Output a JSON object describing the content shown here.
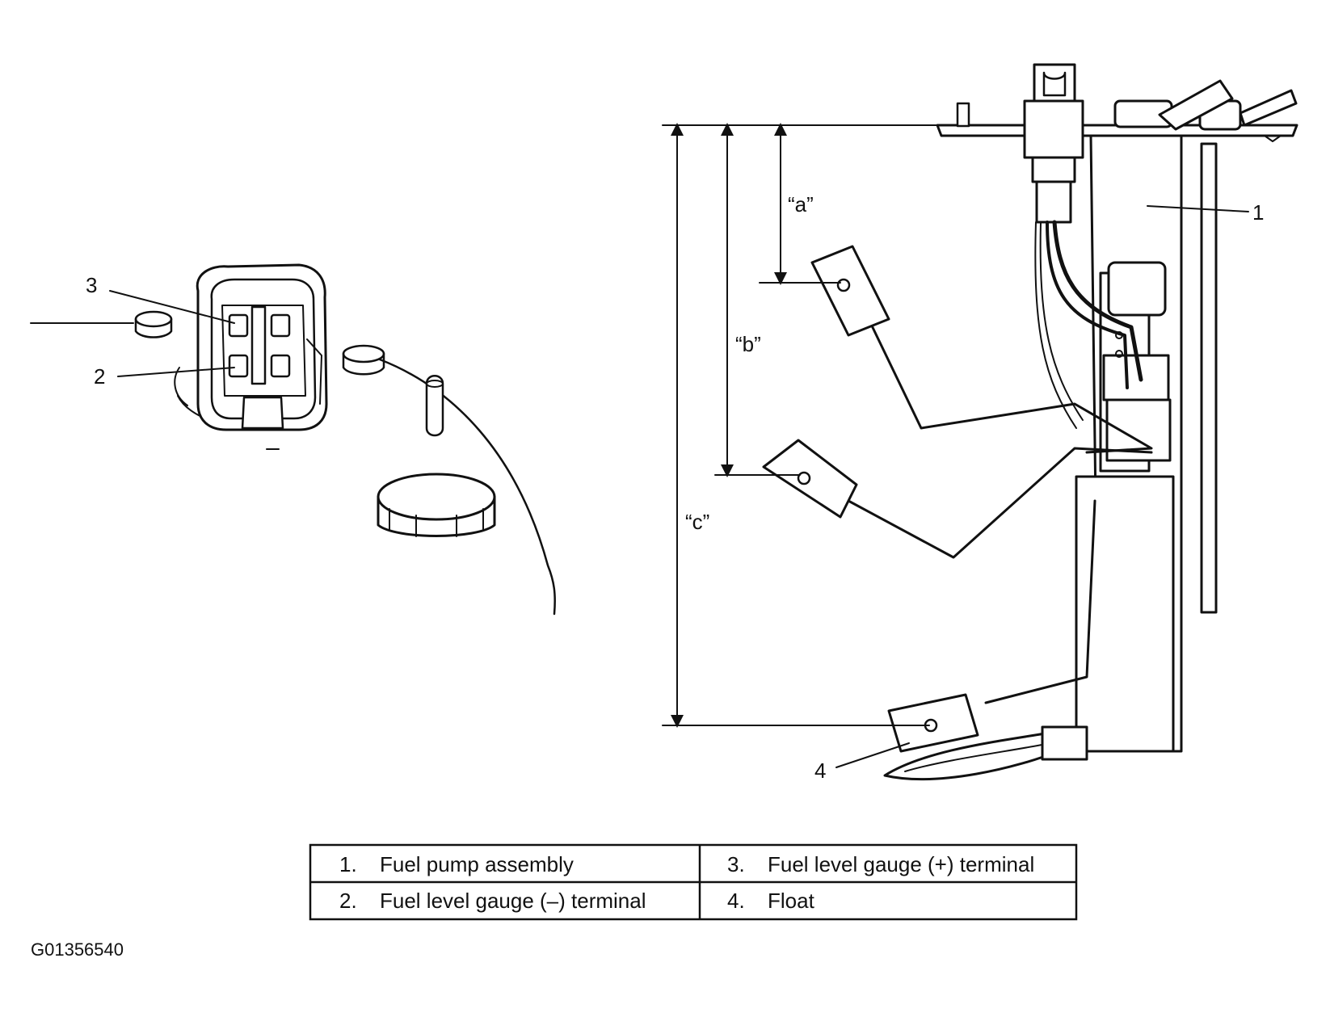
{
  "callouts": {
    "c1": "1",
    "c2": "2",
    "c3": "3",
    "c4": "4"
  },
  "dimensions": {
    "a": "“a”",
    "b": "“b”",
    "c": "“c”"
  },
  "legend": {
    "rows": [
      [
        {
          "num": "1.",
          "text": "Fuel pump assembly"
        },
        {
          "num": "3.",
          "text": "Fuel level gauge (+) terminal"
        }
      ],
      [
        {
          "num": "2.",
          "text": "Fuel level gauge (–) terminal"
        },
        {
          "num": "4.",
          "text": "Float"
        }
      ]
    ]
  },
  "figure_id": "G01356540"
}
